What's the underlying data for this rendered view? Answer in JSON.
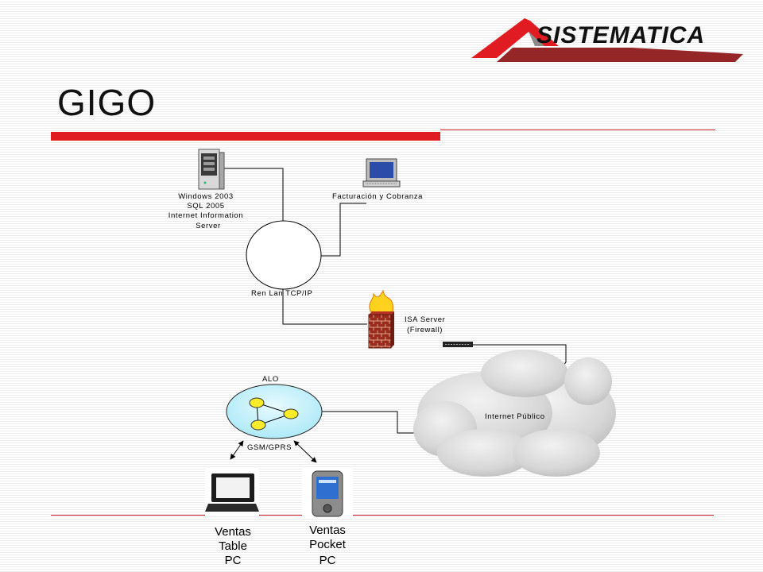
{
  "slide": {
    "title": "GIGO",
    "accent_color": "#e11b22",
    "logo": {
      "text": "SISTEMATICA",
      "icon": "sistematica-logo"
    }
  },
  "diagram": {
    "server": {
      "icon": "server-tower-icon",
      "lines": [
        "Windows 2003",
        "SQL 2005",
        "Internet Information",
        "Server"
      ]
    },
    "billing_pc": {
      "icon": "desktop-computer-icon",
      "label": "Facturación y Cobranza"
    },
    "lan": {
      "icon": "network-circle",
      "label": "Ren Lan TCP/IP"
    },
    "firewall": {
      "icon": "firewall-icon",
      "lines": [
        "ISA Server",
        "(Firewall)"
      ]
    },
    "router": {
      "icon": "router-icon"
    },
    "internet": {
      "icon": "cloud-icon",
      "label": "Internet Público"
    },
    "mobile_network": {
      "icon": "mobile-network-icon",
      "top_label": "ALO",
      "bottom_label": "GSM/GPRS"
    },
    "tablet": {
      "icon": "tablet-pc-icon",
      "lines": [
        "Ventas",
        "Table",
        "PC"
      ]
    },
    "pocket": {
      "icon": "pocket-pc-icon",
      "lines": [
        "Ventas",
        "Pocket",
        "PC"
      ]
    }
  }
}
